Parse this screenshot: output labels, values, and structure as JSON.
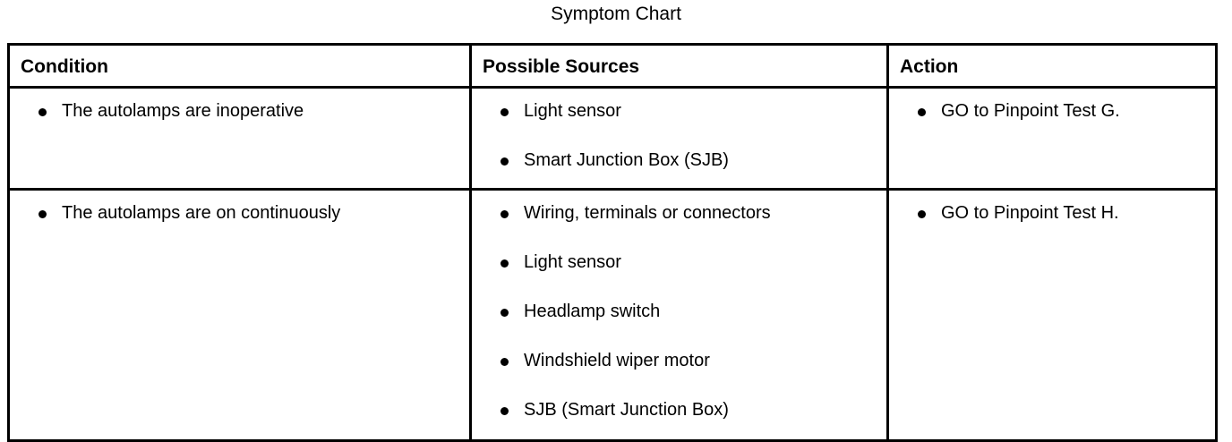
{
  "document": {
    "title": "Symptom Chart"
  },
  "table": {
    "headers": [
      {
        "label": "Condition"
      },
      {
        "label": "Possible Sources"
      },
      {
        "label": "Action"
      }
    ],
    "rows": [
      {
        "condition": [
          "The autolamps are inoperative"
        ],
        "possible_sources": [
          "Light sensor",
          "Smart Junction Box (SJB)"
        ],
        "action": [
          "GO to Pinpoint Test G."
        ]
      },
      {
        "condition": [
          "The autolamps are on continuously"
        ],
        "possible_sources": [
          "Wiring, terminals or connectors",
          "Light sensor",
          "Headlamp switch",
          "Windshield wiper motor",
          "SJB (Smart Junction Box)"
        ],
        "action": [
          "GO to Pinpoint Test H."
        ]
      }
    ]
  },
  "style": {
    "border_color": "#000000",
    "text_color": "#000000",
    "background": "#ffffff"
  }
}
